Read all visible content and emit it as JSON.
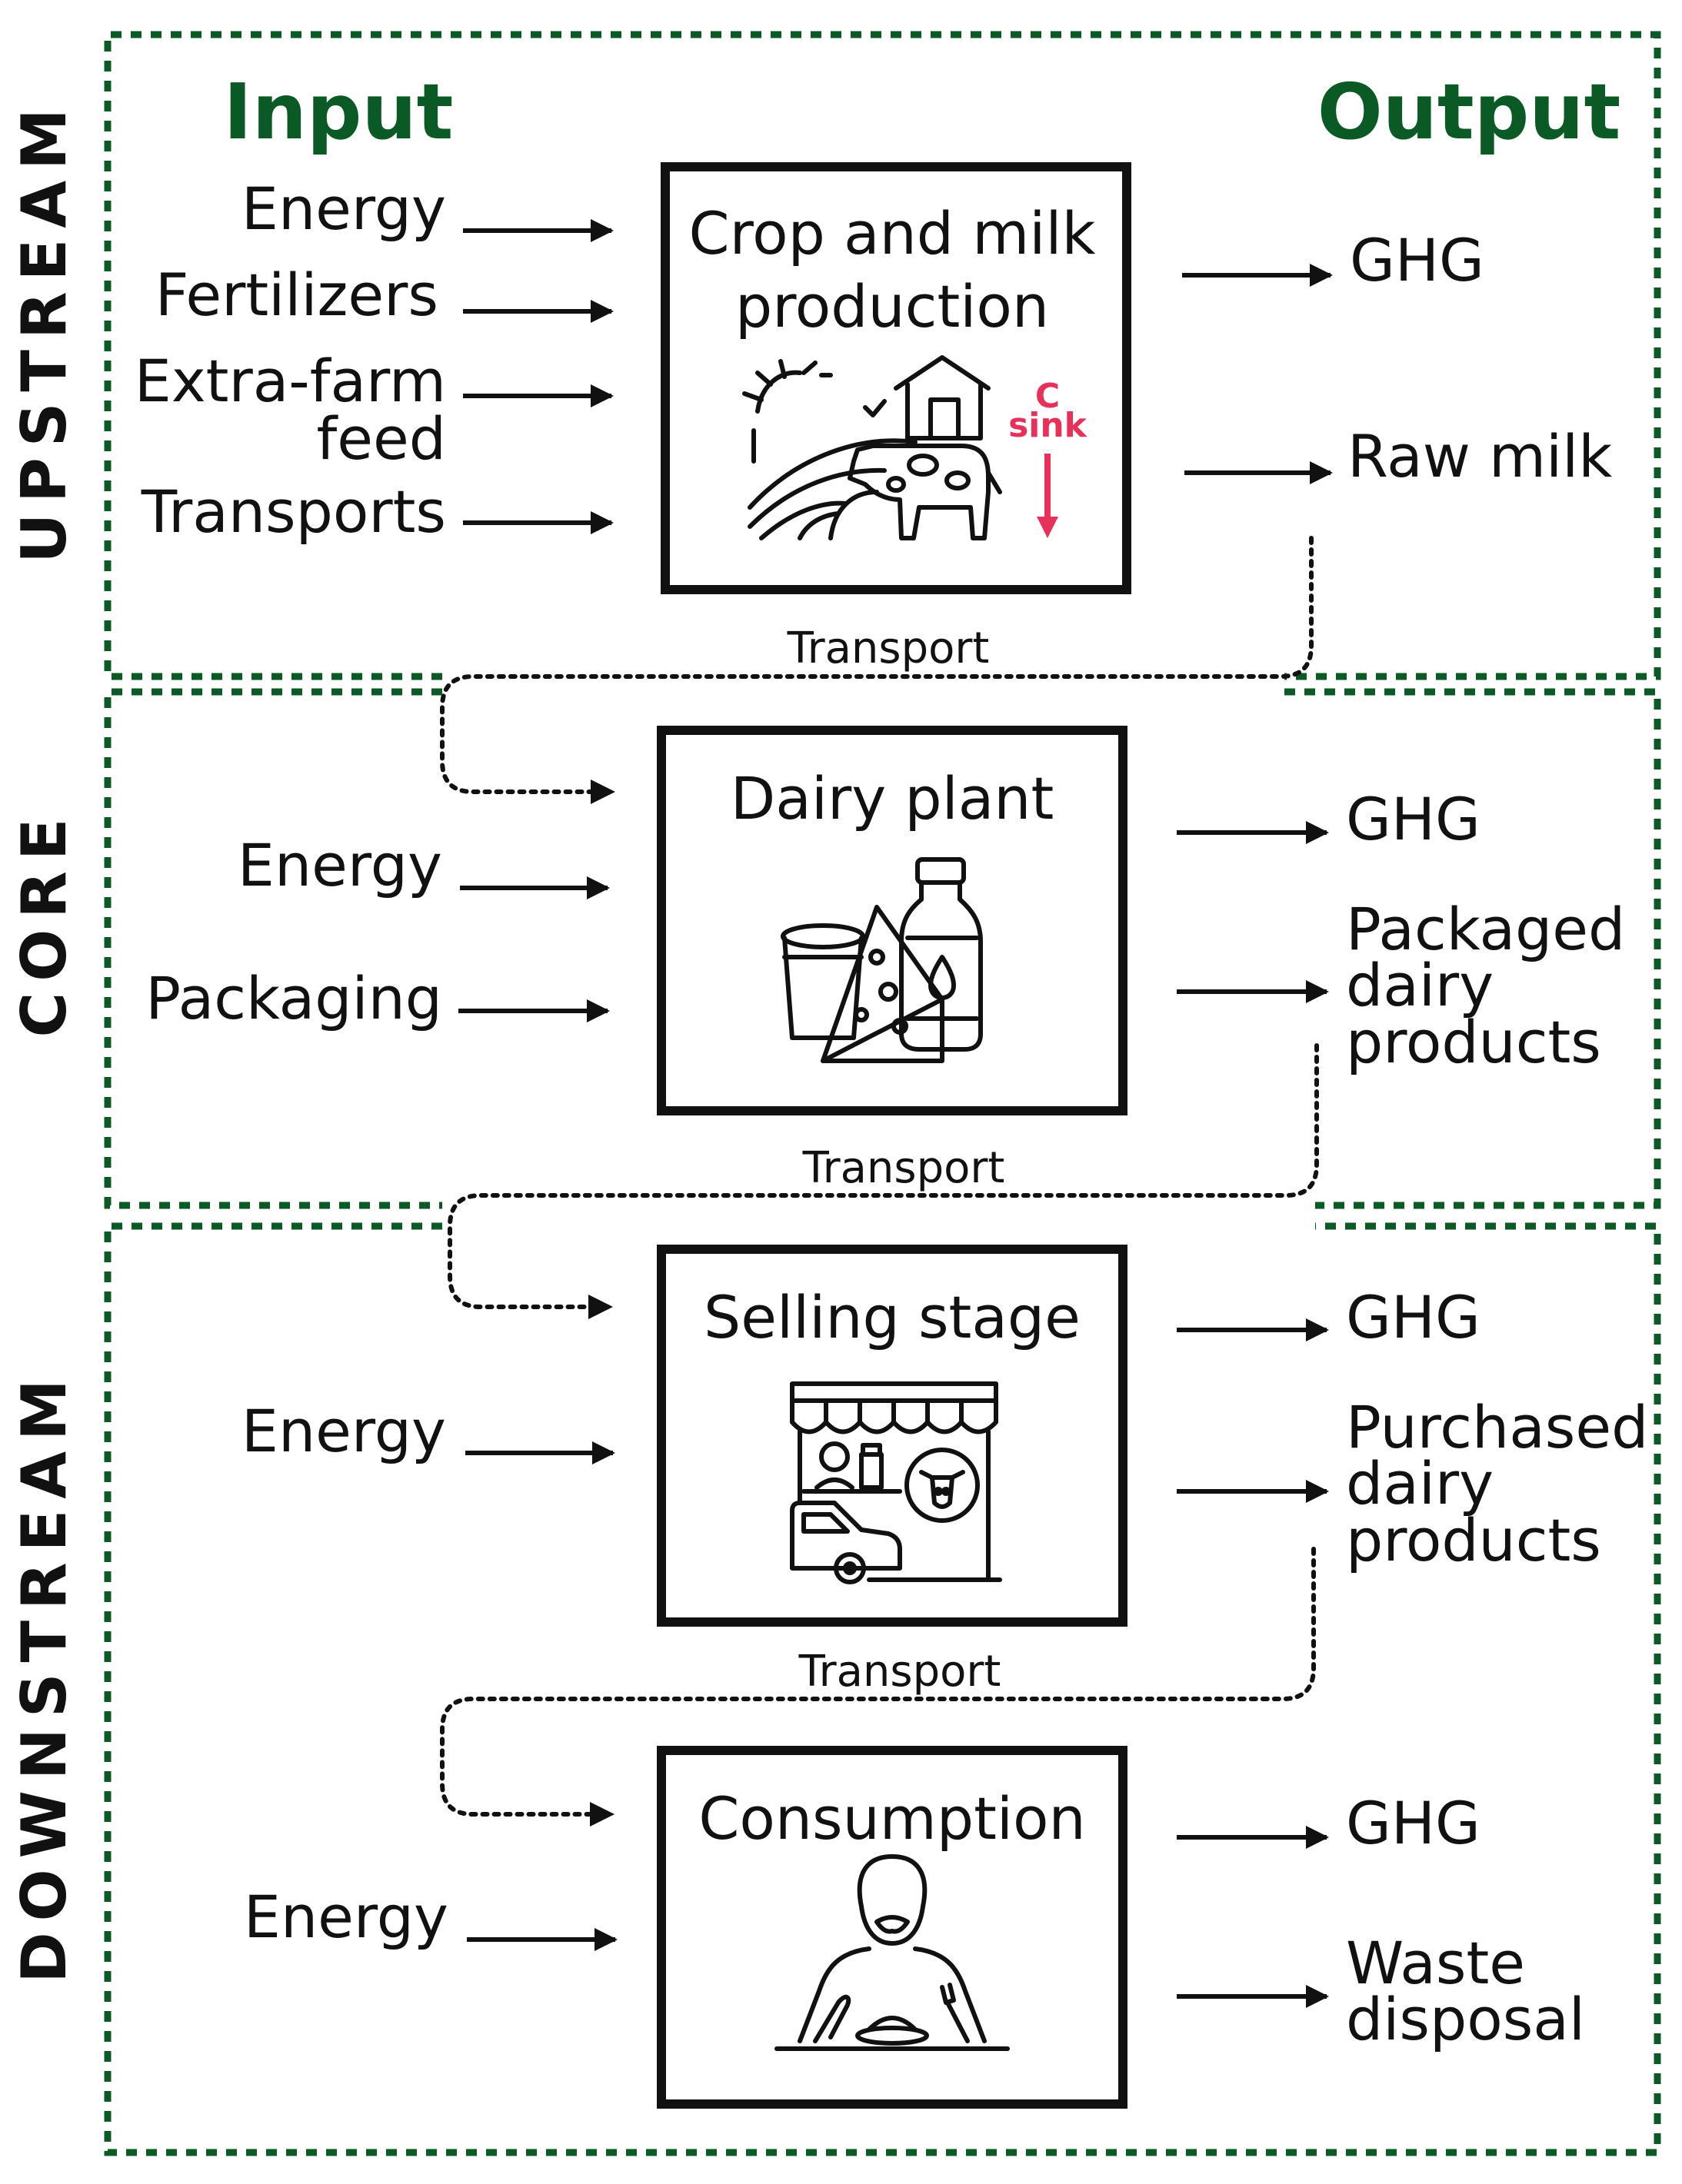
{
  "colors": {
    "section_border": "#0b5a26",
    "header": "#0b5a26",
    "c_sink": "#e8315a",
    "ink": "#111111"
  },
  "headers": {
    "input": "Input",
    "output": "Output"
  },
  "sections": {
    "upstream": "UPSTREAM",
    "core": "CORE",
    "downstream": "DOWNSTREAM"
  },
  "transport_label": "Transport",
  "processes": {
    "crop": {
      "title_line1": "Crop and milk",
      "title_line2": "production",
      "c_sink_line1": "C",
      "c_sink_line2": "sink",
      "icon": "farm-cow-icon",
      "inputs": [
        "Energy",
        "Fertilizers",
        "Extra-farm",
        "feed",
        "Transports"
      ],
      "outputs": [
        "GHG",
        "Raw milk"
      ]
    },
    "dairy": {
      "title": "Dairy plant",
      "icon": "dairy-products-icon",
      "inputs": [
        "Energy",
        "Packaging"
      ],
      "outputs": [
        "GHG",
        "Packaged",
        "dairy",
        "products"
      ]
    },
    "selling": {
      "title": "Selling stage",
      "icon": "shop-icon",
      "inputs": [
        "Energy"
      ],
      "outputs": [
        "GHG",
        "Purchased",
        "dairy",
        "products"
      ]
    },
    "consumption": {
      "title": "Consumption",
      "icon": "person-eating-icon",
      "inputs": [
        "Energy"
      ],
      "outputs": [
        "GHG",
        "Waste",
        "disposal"
      ]
    }
  }
}
